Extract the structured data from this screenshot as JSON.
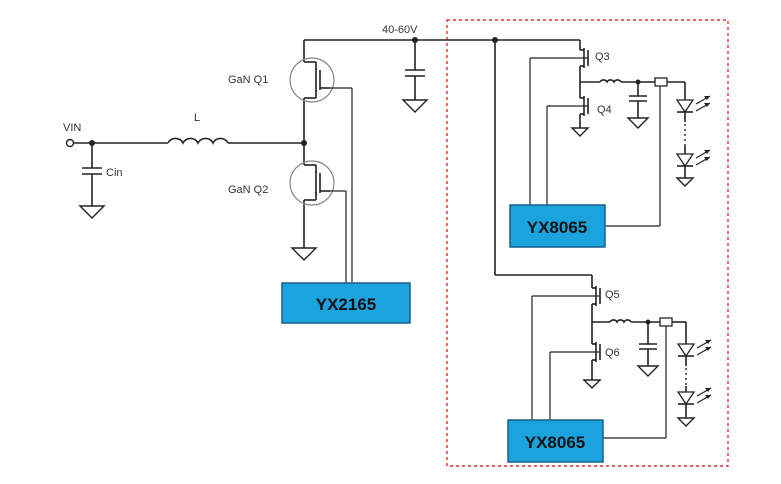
{
  "labels": {
    "vin": "VIN",
    "cin": "Cin",
    "inductor": "L",
    "bus_voltage": "40-60V",
    "q1": "GaN  Q1",
    "q2": "GaN  Q2",
    "q3": "Q3",
    "q4": "Q4",
    "q5": "Q5",
    "q6": "Q6"
  },
  "chips": {
    "boost_controller": "YX2165",
    "led_driver_top": "YX8065",
    "led_driver_bottom": "YX8065"
  },
  "colors": {
    "chip_fill": "#1aa3dc",
    "chip_border": "#1b5e8c",
    "boundary": "#e03030",
    "wire": "#222222"
  }
}
